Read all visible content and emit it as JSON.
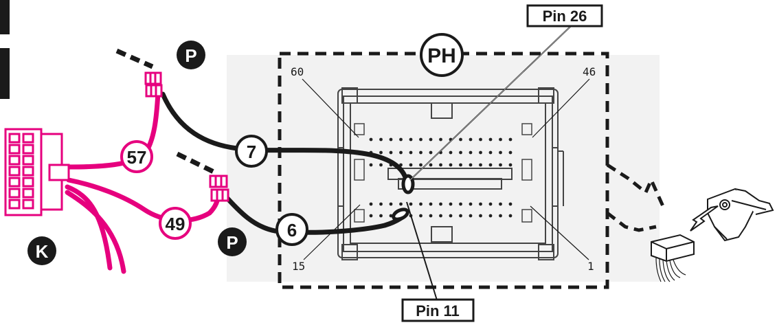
{
  "colors": {
    "pink": "#e6007e",
    "black": "#1a1a1a",
    "white": "#ffffff",
    "connector_bg": "#f2f2f2"
  },
  "labels": {
    "pin_top": "Pin 26",
    "pin_bottom": "Pin 11",
    "connector_label": "PH",
    "badge_p_top": "P",
    "badge_p_bottom": "P",
    "badge_k": "K"
  },
  "wire_numbers": {
    "w57": "57",
    "w49": "49",
    "w7": "7",
    "w6": "6"
  },
  "corner_pins": {
    "top_left": "60",
    "top_right": "46",
    "bottom_left": "15",
    "bottom_right": "1"
  },
  "icons": {
    "harness_plug": "wire-harness-plug-icon",
    "radio_connector": "radio-connector-icon",
    "arrow": "insert-arrow-icon"
  }
}
